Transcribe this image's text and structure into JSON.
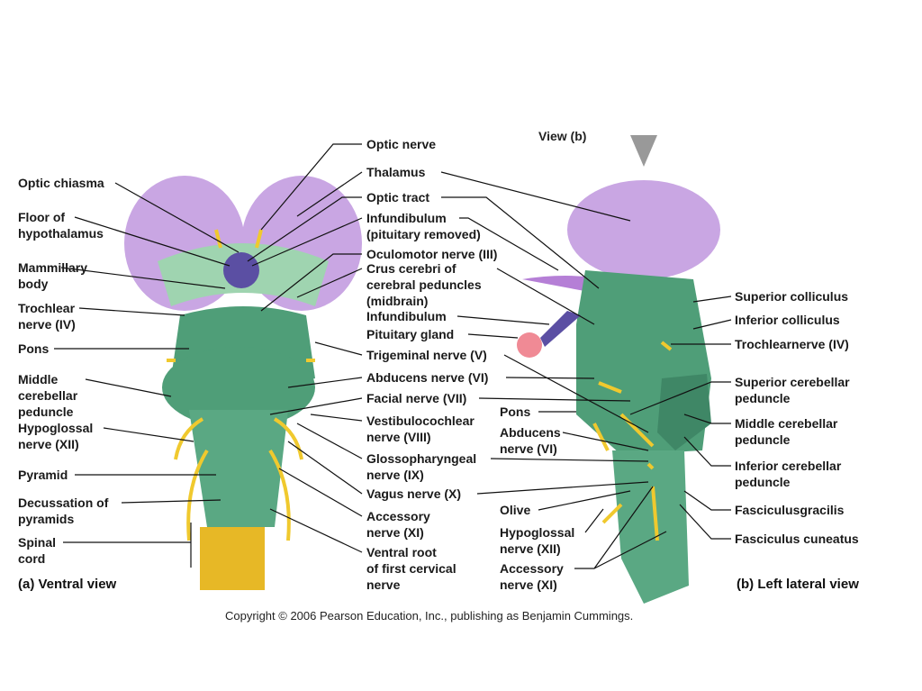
{
  "view_b_marker": "View (b)",
  "labels_left": [
    {
      "id": "optic-chiasma",
      "lines": [
        "Optic chiasma"
      ]
    },
    {
      "id": "floor-of-hypothalamus",
      "lines": [
        "Floor of",
        "hypothalamus"
      ]
    },
    {
      "id": "mammillary-body",
      "lines": [
        "Mammillary",
        "body"
      ]
    },
    {
      "id": "trochlear-nerve",
      "lines": [
        "Trochlear",
        "nerve (IV)"
      ]
    },
    {
      "id": "pons",
      "lines": [
        "Pons"
      ]
    },
    {
      "id": "middle-cerebellar-peduncle",
      "lines": [
        "Middle",
        "cerebellar",
        "peduncle"
      ]
    },
    {
      "id": "hypoglossal-nerve",
      "lines": [
        "Hypoglossal",
        "nerve (XII)"
      ]
    },
    {
      "id": "pyramid",
      "lines": [
        "Pyramid"
      ]
    },
    {
      "id": "decussation-of-pyramids",
      "lines": [
        "Decussation of",
        "pyramids"
      ]
    },
    {
      "id": "spinal-cord",
      "lines": [
        "Spinal",
        "cord"
      ]
    }
  ],
  "labels_center": [
    {
      "id": "optic-nerve",
      "lines": [
        "Optic nerve"
      ]
    },
    {
      "id": "thalamus",
      "lines": [
        "Thalamus"
      ]
    },
    {
      "id": "optic-tract",
      "lines": [
        "Optic tract"
      ]
    },
    {
      "id": "infundibulum-removed",
      "lines": [
        "Infundibulum",
        "(pituitary removed)"
      ]
    },
    {
      "id": "oculomotor-nerve",
      "lines": [
        "Oculomotor nerve (III)"
      ]
    },
    {
      "id": "crus-cerebri",
      "lines": [
        "Crus cerebri of",
        "cerebral peduncles",
        "(midbrain)"
      ]
    },
    {
      "id": "infundibulum",
      "lines": [
        "Infundibulum"
      ]
    },
    {
      "id": "pituitary-gland",
      "lines": [
        "Pituitary gland"
      ]
    },
    {
      "id": "trigeminal-nerve",
      "lines": [
        "Trigeminal nerve (V)"
      ]
    },
    {
      "id": "abducens-nerve",
      "lines": [
        "Abducens nerve (VI)"
      ]
    },
    {
      "id": "facial-nerve",
      "lines": [
        "Facial nerve (VII)"
      ]
    },
    {
      "id": "vestibulocochlear-nerve",
      "lines": [
        "Vestibulocochlear",
        "nerve (VIII)"
      ]
    },
    {
      "id": "glossopharyngeal-nerve",
      "lines": [
        "Glossopharyngeal",
        "nerve (IX)"
      ]
    },
    {
      "id": "vagus-nerve",
      "lines": [
        "Vagus nerve (X)"
      ]
    },
    {
      "id": "accessory-nerve",
      "lines": [
        "Accessory",
        "nerve (XI)"
      ]
    },
    {
      "id": "ventral-root",
      "lines": [
        "Ventral root",
        "of first cervical",
        "nerve"
      ]
    }
  ],
  "labels_lateral_mid": [
    {
      "id": "pons-lateral",
      "lines": [
        "Pons"
      ]
    },
    {
      "id": "abducens-lateral",
      "lines": [
        "Abducens",
        "nerve (VI)"
      ]
    },
    {
      "id": "olive",
      "lines": [
        "Olive"
      ]
    },
    {
      "id": "hypoglossal-lateral",
      "lines": [
        "Hypoglossal",
        "nerve (XII)"
      ]
    },
    {
      "id": "accessory-lateral",
      "lines": [
        "Accessory",
        "nerve (XI)"
      ]
    }
  ],
  "labels_right": [
    {
      "id": "superior-colliculus",
      "lines": [
        "Superior colliculus"
      ]
    },
    {
      "id": "inferior-colliculus",
      "lines": [
        "Inferior colliculus"
      ]
    },
    {
      "id": "trochlear-lateral",
      "lines": [
        "Trochlearnerve (IV)"
      ]
    },
    {
      "id": "superior-cerebellar-peduncle",
      "lines": [
        "Superior cerebellar",
        "peduncle"
      ]
    },
    {
      "id": "middle-cerebellar-lateral",
      "lines": [
        "Middle cerebellar",
        "peduncle"
      ]
    },
    {
      "id": "inferior-cerebellar-peduncle",
      "lines": [
        "Inferior cerebellar",
        "peduncle"
      ]
    },
    {
      "id": "fasciculus-gracilis",
      "lines": [
        "Fasciculusgracilis"
      ]
    },
    {
      "id": "fasciculus-cuneatus",
      "lines": [
        "Fasciculus cuneatus"
      ]
    }
  ],
  "captions": {
    "a": "(a)  Ventral view",
    "b": "(b)  Left lateral view"
  },
  "copyright": "Copyright © 2006 Pearson Education, Inc., publishing as Benjamin Cummings.",
  "colors": {
    "thalamus": "#c9a6e3",
    "brainstem": "#4f9e78",
    "nerve": "#f0c92e",
    "pituitary": "#f08a95",
    "oculomotor": "#5b4fa3"
  }
}
